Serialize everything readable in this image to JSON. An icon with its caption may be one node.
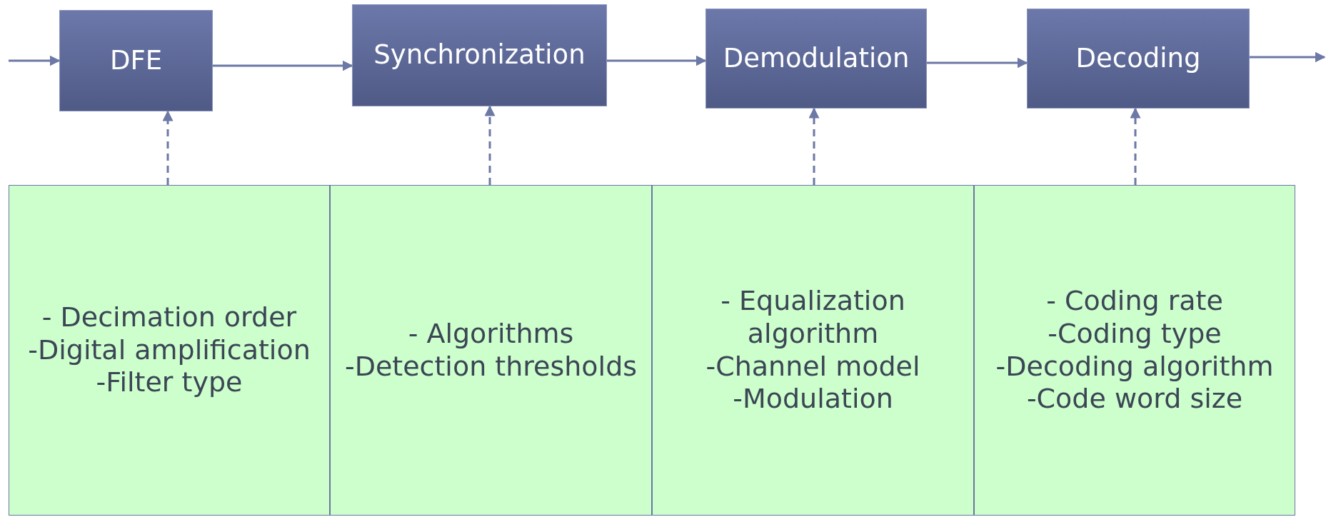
{
  "diagram": {
    "nodes": [
      {
        "text": [
          "DFE"
        ]
      },
      {
        "text": [
          "Synchronization"
        ]
      },
      {
        "text": [
          "Demodulation"
        ]
      },
      {
        "text": [
          "Decoding"
        ]
      },
      {
        "text": [
          "- Decimation order",
          "-Digital amplification",
          "-Filter type"
        ]
      },
      {
        "text": [
          "- Algorithms",
          "-Detection thresholds"
        ]
      },
      {
        "text": [
          "- Equalization algorithm",
          "-Channel model",
          "-Modulation"
        ]
      },
      {
        "text": [
          "- Coding rate",
          "-Coding type",
          "-Decoding algorithm",
          "-Code word size"
        ]
      }
    ],
    "edges": [
      {
        "from": null,
        "to": 0,
        "arrow": "to"
      },
      {
        "from": 0,
        "to": 1,
        "arrow": "to"
      },
      {
        "from": 1,
        "to": 2,
        "arrow": "to"
      },
      {
        "from": 2,
        "to": 3,
        "arrow": "to"
      },
      {
        "from": 3,
        "to": null,
        "arrow": "to"
      },
      {
        "from": 4,
        "to": 0,
        "arrow": "to",
        "style": "dashed"
      },
      {
        "from": 5,
        "to": 1,
        "arrow": "to",
        "style": "dashed"
      },
      {
        "from": 6,
        "to": 2,
        "arrow": "to",
        "style": "dashed"
      },
      {
        "from": 7,
        "to": 3,
        "arrow": "to",
        "style": "dashed"
      }
    ]
  }
}
